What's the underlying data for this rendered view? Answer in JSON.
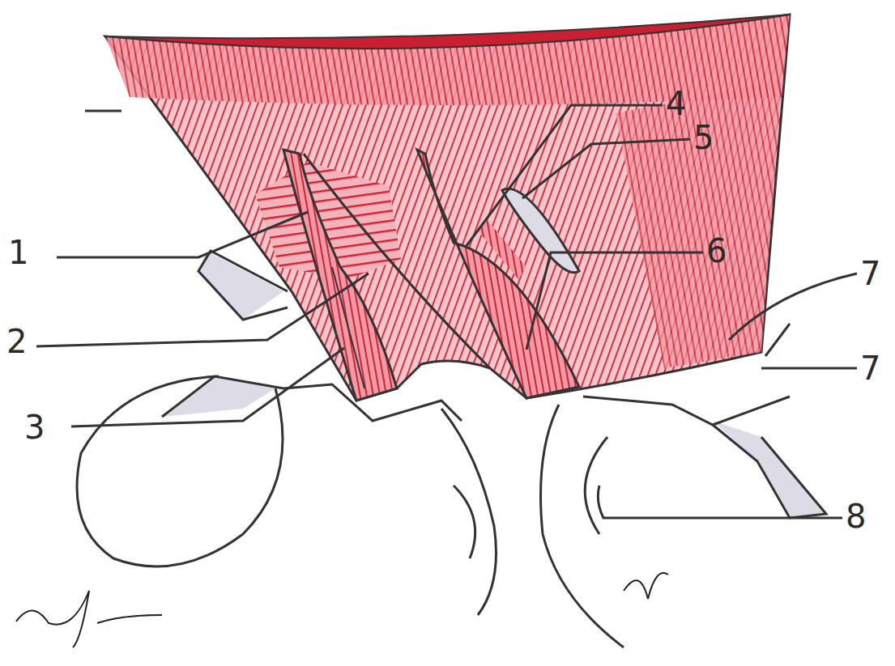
{
  "diagram": {
    "labels": [
      "1",
      "2",
      "3",
      "4",
      "5",
      "6",
      "7",
      "7",
      "8"
    ]
  }
}
